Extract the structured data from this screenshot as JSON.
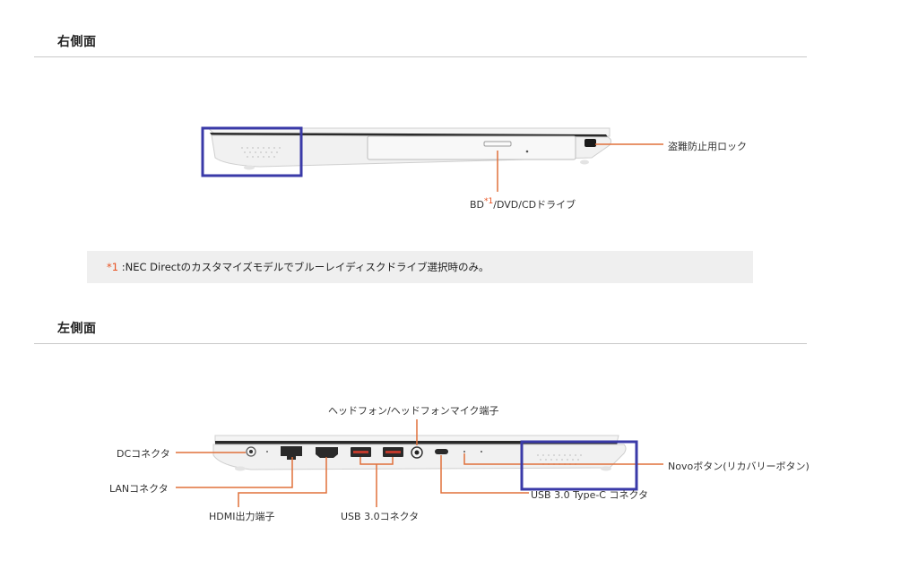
{
  "right_side": {
    "title": "右側面",
    "labels": {
      "lock": "盗難防止用ロック",
      "drive_prefix": "BD",
      "drive_mark": "*1",
      "drive_suffix": "/DVD/CDドライブ"
    }
  },
  "footnote": {
    "mark": "*1",
    "text": ":NEC Directのカスタマイズモデルでブルーレイディスクドライブ選択時のみ。"
  },
  "left_side": {
    "title": "左側面",
    "labels": {
      "headphone": "ヘッドフォン/ヘッドフォンマイク端子",
      "dc": "DCコネクタ",
      "lan": "LANコネクタ",
      "hdmi": "HDMI出力端子",
      "usb3": "USB 3.0コネクタ",
      "usb_c": "USB 3.0 Type-C コネクタ",
      "novo": "Novoボタン(リカバリーボタン)"
    }
  },
  "colors": {
    "callout": "#e0703a",
    "highlight_box": "#3a3aa8",
    "rule": "#c8c8c8",
    "note_bg": "#efefef"
  }
}
